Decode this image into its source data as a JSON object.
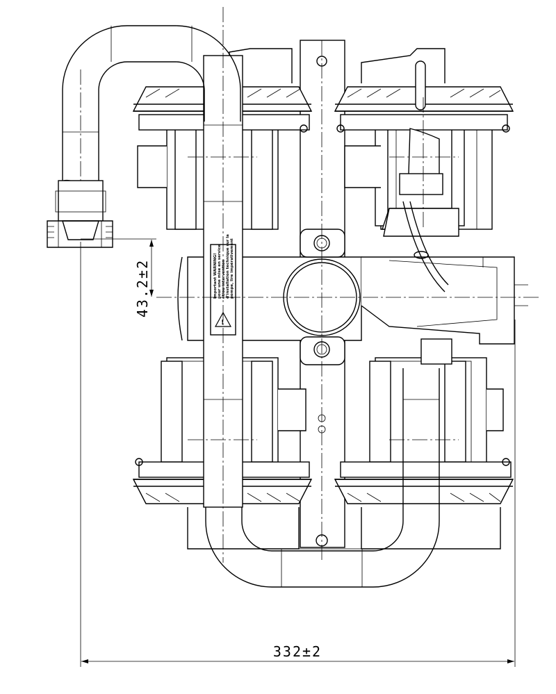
{
  "dimensions": {
    "width": "332±2",
    "offset": "43.2±2"
  },
  "warning_label": {
    "lines": [
      "Important WARNING!",
      "pour une mise en service",
      "et/ou intervention",
      "d'installation technique sur la",
      "pompe, lire impérativement"
    ],
    "icon": "warning-triangle-icon"
  }
}
